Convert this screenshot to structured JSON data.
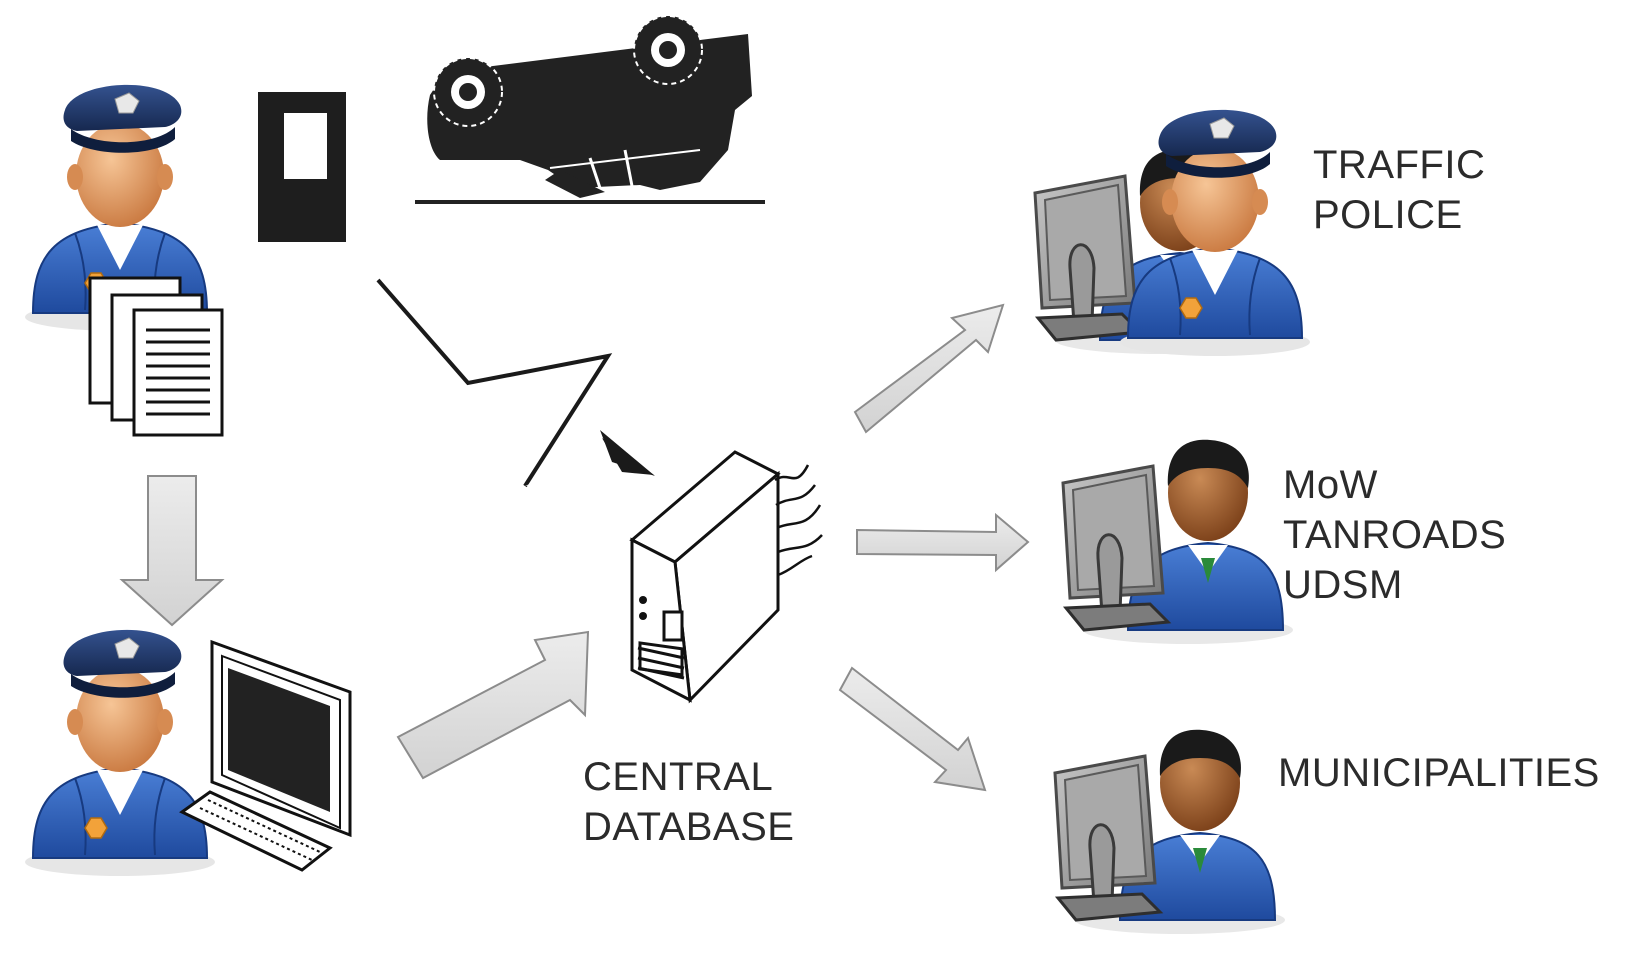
{
  "labels": {
    "central_db": [
      "CENTRAL",
      "DATABASE"
    ],
    "traffic_police": [
      "TRAFFIC",
      "POLICE"
    ],
    "agencies": [
      "MoW",
      "TANROADS",
      "UDSM"
    ],
    "municipalities": [
      "MUNICIPALITIES"
    ]
  },
  "icons": {
    "officer": "police-officer-icon",
    "phone": "mobile-phone-icon",
    "accident": "overturned-car-icon",
    "documents": "paper-forms-icon",
    "computer": "computer-terminal-icon",
    "server": "server-icon",
    "user_at_computer": "user-at-computer-icon"
  },
  "colors": {
    "arrow_fill": "#dcdcdc",
    "arrow_stroke": "#8c8c8c",
    "uniform": "#2f5fb8",
    "cap": "#1f3566",
    "skin": "#e0a06a",
    "dark_skin": "#9a5a2c",
    "ink": "#222222"
  }
}
